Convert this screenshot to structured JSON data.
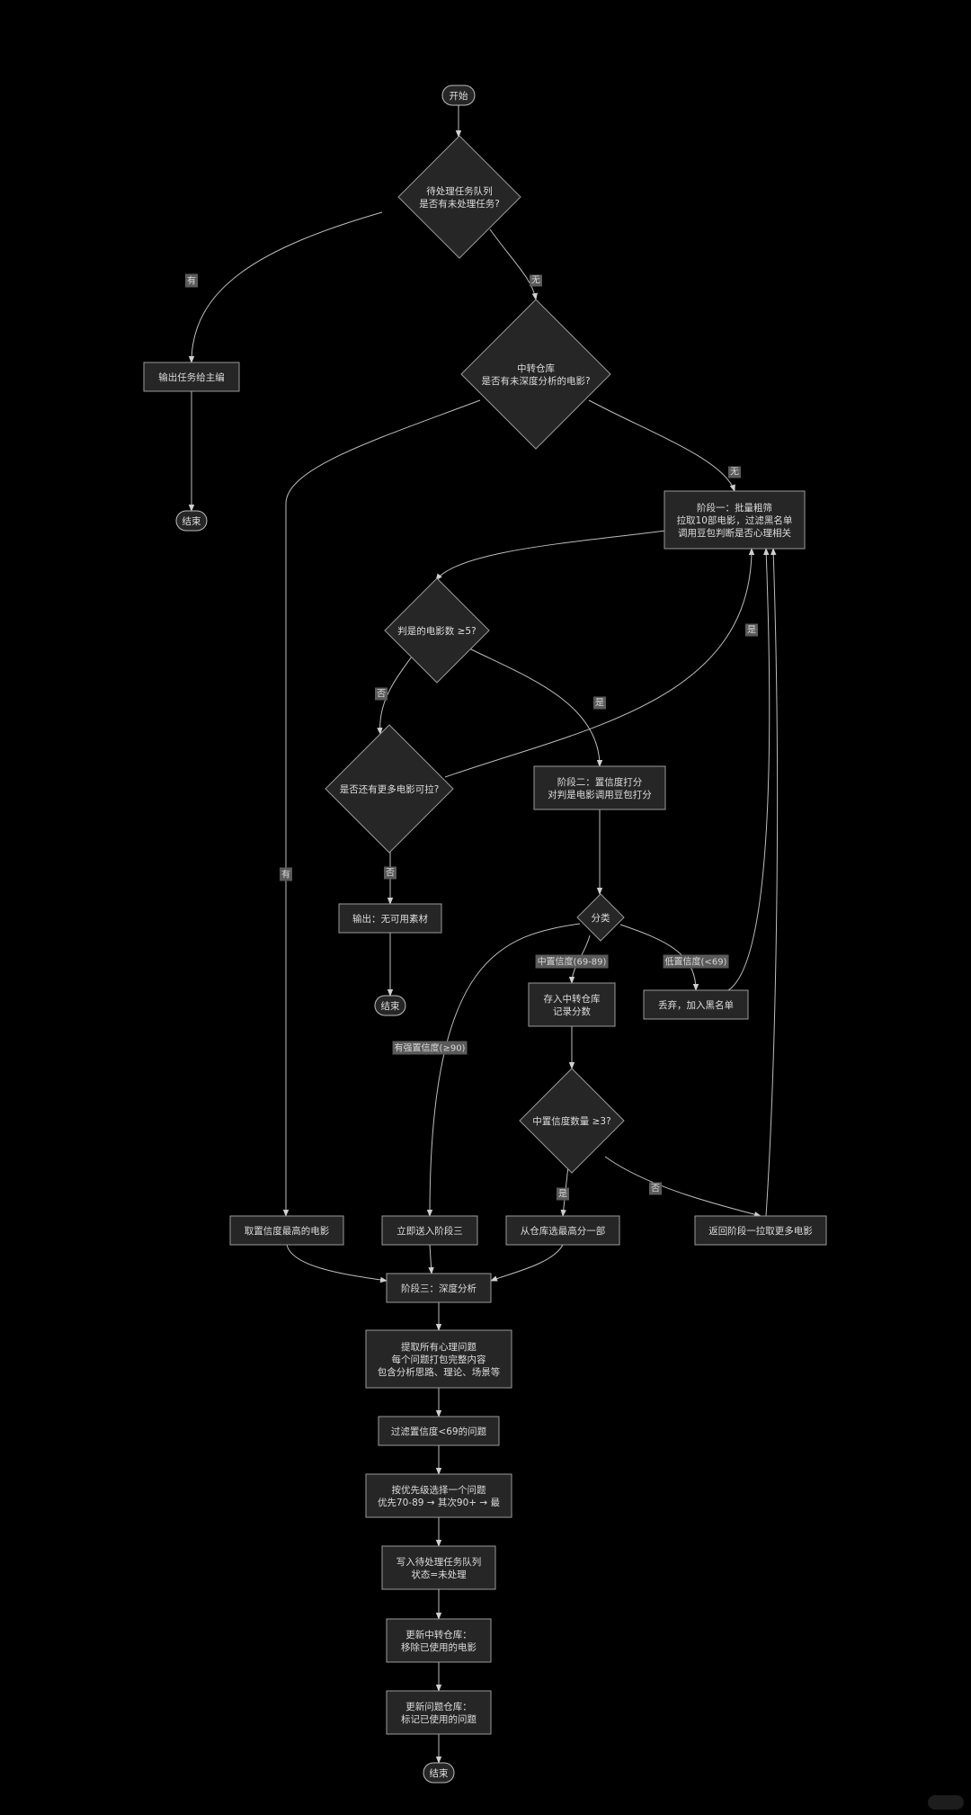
{
  "nodes": {
    "start": [
      "开始"
    ],
    "q_tasks": [
      "待处理任务队列",
      "是否有未处理任务?"
    ],
    "out_editor": [
      "输出任务给主编"
    ],
    "end1": [
      "结束"
    ],
    "q_transit": [
      "中转仓库",
      "是否有未深度分析的电影?"
    ],
    "stage1": [
      "阶段一：批量粗筛",
      "拉取10部电影，过滤黑名单",
      "调用豆包判断是否心理相关"
    ],
    "q_count": [
      "判是的电影数 ≥5?"
    ],
    "q_more": [
      "是否还有更多电影可拉?"
    ],
    "stage2": [
      "阶段二：置信度打分",
      "对判是电影调用豆包打分"
    ],
    "out_none": [
      "输出：无可用素材"
    ],
    "end2": [
      "结束"
    ],
    "classify": [
      "分类"
    ],
    "store_mid": [
      "存入中转仓库",
      "记录分数"
    ],
    "discard": [
      "丢弃，加入黑名单"
    ],
    "q_mid_count": [
      "中置信度数量 ≥3?"
    ],
    "take_top": [
      "取置信度最高的电影"
    ],
    "send_stage3": [
      "立即送入阶段三"
    ],
    "pick_high": [
      "从仓库选最高分一部"
    ],
    "back_stage1": [
      "返回阶段一拉取更多电影"
    ],
    "stage3": [
      "阶段三：深度分析"
    ],
    "extract": [
      "提取所有心理问题",
      "每个问题打包完整内容",
      "包含分析思路、理论、场景等"
    ],
    "filter": [
      "过滤置信度<69的问题"
    ],
    "priority": [
      "按优先级选择一个问题",
      "优先70-89 → 其次90+ → 最"
    ],
    "write_queue": [
      "写入待处理任务队列",
      "状态=未处理"
    ],
    "update_transit": [
      "更新中转仓库：",
      "移除已使用的电影"
    ],
    "update_problems": [
      "更新问题仓库：",
      "标记已使用的问题"
    ],
    "end3": [
      "结束"
    ]
  },
  "edge_labels": {
    "tasks_yes": "有",
    "tasks_no": "无",
    "transit_yes": "有",
    "transit_no": "无",
    "count_no": "否",
    "count_yes": "是",
    "more_yes": "是",
    "more_no": "否",
    "high": "有强置信度(≥90)",
    "mid": "中置信度(69-89)",
    "low": "低置信度(<69)",
    "mid_count_yes": "是",
    "mid_count_no": "否"
  }
}
